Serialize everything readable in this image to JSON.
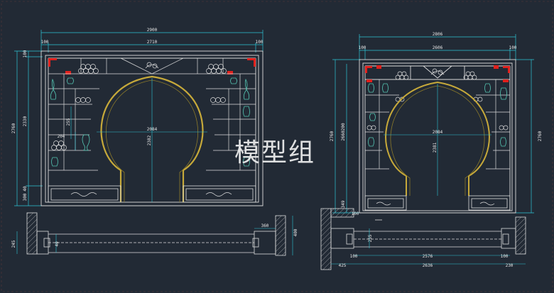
{
  "watermark": "模型组",
  "left_elevation": {
    "dim_overall_width": "2900",
    "dim_inner_width": "2710",
    "dim_side_left": "100",
    "dim_side_right": "100",
    "dim_total_height": "2760",
    "dim_mid_height": "2330",
    "dim_top_small": "100",
    "dim_bottom_a": "300",
    "dim_bottom_b": "40",
    "dim_arch_width": "2084",
    "dim_arch_height": "2382",
    "dim_shelf_a": "255",
    "dim_shelf_b": "204"
  },
  "right_elevation": {
    "dim_overall_width": "2806",
    "dim_inner_width": "2606",
    "dim_side_left": "100",
    "dim_side_right": "100",
    "dim_total_height": "2760",
    "dim_right_height": "2760",
    "dim_inner_height": "2660200",
    "dim_bottom": "349",
    "dim_arch_width": "2084",
    "dim_arch_height": "2381"
  },
  "left_plan": {
    "dim_right_a": "360",
    "dim_right_b": "400",
    "dim_left": "245",
    "dim_inner": "40"
  },
  "right_plan": {
    "dim_top": "100",
    "dim_bottom_left": "425",
    "dim_bottom_mid": "2636",
    "dim_bottom_right": "230",
    "dim_inner_left": "100",
    "dim_inner_mid": "2576",
    "dim_inner_right": "100",
    "dim_side": "255"
  }
}
